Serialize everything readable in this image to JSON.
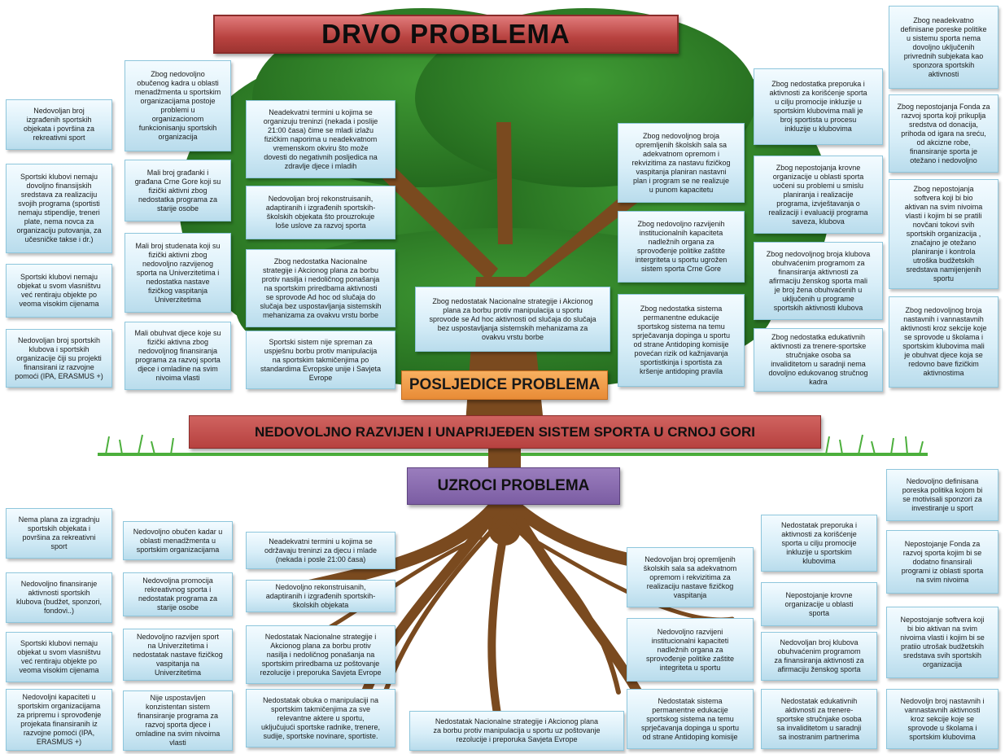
{
  "title": "DRVO PROBLEMA",
  "posljedice_label": "POSLJEDICE PROBLEMA",
  "central_problem": "NEDOVOLJNO RAZVIJEN I UNAPRIJEĐEN SISTEM SPORTA U CRNOJ GORI",
  "uzroci_label": "UZROCI PROBLEMA",
  "colors": {
    "title_bg": "#b8423f",
    "posljedice_bg": "#e88b36",
    "center_bg": "#b6413f",
    "uzroci_bg": "#7b5da3",
    "box_bg": "#d8eef8",
    "canopy": "#2f7a26",
    "trunk": "#7a4a1f"
  },
  "effects": [
    "Nedovoljan broj\nizgrađenih sportskih\nobjekata i površina za\nrekreativni sport",
    "Sportski klubovi nemaju\ndovoljno finansijskih\nsredstava za realizaciju\nsvojih programa (sportisti\nnemaju stipendije, treneri\nplate, nema novca za\norganizaciju putovanja, za\nučesničke takse i dr.)",
    "Sportski klubovi nemaju\nobjekat u svom vlasništvu\nveć rentiraju objekte po\nveoma visokim cijenama",
    "Nedovoljan broj sportskih\nklubova i sportskih\norganizacije čiji su projekti\nfinansirani iz razvojne\npomoći (IPA, ERASMUS +)",
    "Zbog nedovoljno\nobučenog kadra u oblasti\nmenadžmenta u sportskim\norganizacijama postoje\nproblemi u\norganizacionom\nfunkcionisanju sportskih\norganizacija",
    "Mali broj građanki i\ngrađana Crne Gore koji su\nfizički aktivni zbog\nnedostatka programa za\nstarije osobe",
    "Mali broj studenata koji su\nfizički aktivni zbog\nnedovoljno razvijenog\nsporta na Univerzitetima i\nnedostatka nastave\nfizičkog vaspitanja\nUniverzitetima",
    "Mali obuhvat djece koje su\nfizički aktivna zbog\nnedovoljnog finansiranja\nprograma za razvoj sporta\ndjece i omladine na svim\nnivoima vlasti",
    "Neadekvatni termini u kojima se\norganizuju treninzi (nekada i poslije\n21:00 časa) čime se mladi izlažu\nfizičkim naporima u neadekvatnom\nvremenskom okviru što može\ndovesti do negativnih posljedica na\nzdravlje djece i mladih",
    "Nedovoljan broj rekonstruisanih,\nadaptiranih i izgrađenih sportskih-\nškolskih objekata što prouzrokuje\nloše uslove za razvoj sporta",
    "Zbog nedostatka Nacionalne\nstrategije i Akcionog plana za borbu\nprotiv nasilja i nedoličnog ponašanja\nna sportskim priredbama aktivnosti\nse sprovode Ad hoc od slučaja do\nslučaja bez uspostavljanja sistemskih\nmehanizama za ovakvu vrstu borbe",
    "Sportski sistem nije spreman za\nuspješnu borbu protiv manipulacija\nna sportskim takmičenjima po\nstandardima Evropske unije i Savjeta\nEvrope",
    "Zbog nedostatak Nacionalne strategije i Akcionog\nplana za borbu protiv manipulacija u sportu\nsprovode se Ad hoc aktivnosti od slučaja do slučaja\nbez uspostavljanja sistemskih mehanizama za\novakvu vrstu borbe",
    "Zbog nedovoljnog broja\nopremljenih školskih sala sa\nadekvatnom opremom i\nrekvizitima za nastavu fizičkog\nvaspitanja planiran nastavni\nplan i program se ne realizuje\nu punom kapacitetu",
    "Zbog nedovoljno razvijenih\ninstitucionalnih kapaciteta\nnadležnih organa za\nsprovođenje politike zaštite\nintergriteta u sportu ugrožen\nsistem sporta Crne Gore",
    "Zbog nedostatka sistema\npermanentne edukacije\nsportskog sistema na temu\nsprječavanja dopinga u sportu\nod strane Antidoping komisije\npovećan rizik od kažnjavanja\nsportistkinja i sportista za\nkršenje antidoping pravila",
    "Zbog nedostatka preporuka i\naktivnosti za korišćenje sporta\nu cilju promocije inkluzije u\nsportskim klubovima mali je\nbroj sportista u procesu\ninkluzije u klubovima",
    "Zbog nepostojanja krovne\norganizacije u oblasti sporta\nuočeni su problemi u smislu\nplaniranja i realizacije\nprograma, izvještavanja o\nrealizaciji i evaluaciji programa\nsaveza, klubova",
    "Zbog nedovoljnog broja klubova\nobuhvaćenim programom za\nfinansiranja aktivnosti za\nafirmaciju ženskog sporta mali\nje broj žena obuhvaćenih u\nuključenih u programe\nsportskih aktivnosti klubova",
    "Zbog nedostatka edukativnih\naktivnosti za trenere-sportske\nstručnjake osoba sa\ninvaliditetom u saradnji nema\ndovoljno edukovanog stručnog\nkadra",
    "Zbog neadekvatno\ndefinisane poreske politike\nu sistemu sporta nema\ndovoljno uključenih\nprivrednih subjekata kao\nsponzora sportskih\naktivnosti",
    "Zbog nepostojanja Fonda za\nrazvoj sporta koji prikuplja\nsredstva od donacija,\nprihoda od igara na sreću,\nod akcizne robe,\nfinansiranje sporta je\notežano i nedovoljno",
    "Zbog nepostojanja\nsoftvera koji bi bio\naktivan na svim nivoima\nvlasti i kojim bi se pratili\nnovčani tokovi svih\nsportskih organizacija ,\nznačajno je otežano\nplaniranje i kontrola\nutroška budžetskih\nsredstava namijenjenih\nsportu",
    "Zbog nedovoljnog broja\nnastavnih i vannastavnih\naktivnosti kroz sekcije koje\nse sprovode u školama i\nsportskim klubovima mali\nje obuhvat djece koja se\nredovno bave fizičkim\naktivnostima"
  ],
  "causes": [
    "Nema plana za izgradnju\nsportskih objekata i\npovršina za rekreativni\nsport",
    "Nedovoljno finansiranje\naktivnosti sportskih\nklubova (budžet, sponzori,\nfondovi..)",
    "Sportski klubovi nemaju\nobjekat u svom vlasništvu\nveć rentiraju objekte po\nveoma visokim cijenama",
    "Nedovoljni kapaciteti u\nsportskim organizacijama\nza pripremu i sprovođenje\nprojekata finansiranih iz\nrazvojne pomoći (IPA,\nERASMUS +)",
    "Nedovoljno obučen kadar u\noblasti menadžmenta u\nsportskim organizacijama",
    "Nedovoljna promocija\nrekreativnog sporta i\nnedostatak programa za\nstarije osobe",
    "Nedovoljno razvijen sport\nna Univerzitetima i\nnedostatak nastave fizičkog\nvaspitanja na\nUniverzitetima",
    "Nije uspostavljen\nkonzistentan sistem\nfinansiranje programa za\nrazvoj sporta djece i\nomladine na svim nivoima\nvlasti",
    "Neadekvatni termini u kojima se\nodržavaju treninzi za djecu i mlade\n(nekada i posle 21:00 časa)",
    "Nedovoljno rekonstruisanih,\nadaptiranih i izgrađenih sportskih-\nškolskih objekata",
    "Nedostatak Nacionalne strategije i\nAkcionog plana za borbu protiv\nnasilja i nedoličnog ponašanja na\nsportskim priredbama uz poštovanje\nrezolucije i preporuka Savjeta Evrope",
    "Nedostatak obuka o manipulaciji na\nsportskim takmičenjima za sve\nrelevantne aktere u sportu,\nuključujući sportske radnike, trenere,\nsudije, sportske novinare, sportiste.",
    "Nedostatak Nacionalne strategije i Akcionog plana\nza borbu protiv manipulacija u sportu uz poštovanje\nrezolucije i preporuka Savjeta Evrope",
    "Nedovoljan broj opremljenih\nškolskih sala sa adekvatnom\nopremom i rekvizitima za\nrealizaciju nastave fizičkog\nvaspitanja",
    "Nedovoljno razvijeni\ninstitucionalni kapaciteti\nnadležnih organa za\nsprovođenje politike zaštite\nintegriteta u sportu",
    "Nedostatak sistema\npermanentne edukacije\nsportskog sistema na temu\nsprječavanja dopinga u sportu\nod strane Antidoping komisije",
    "Nedostatak preporuka i\naktivnosti za korišćenje\nsporta u cilju promocije\ninkluzije u sportskim\nklubovima",
    "Nepostojanje krovne\norganizacije u oblasti\nsporta",
    "Nedovoljan broj klubova\nobuhvaćenim programom\nza finansiranja aktivnosti za\nafirmaciju ženskog sporta",
    "Nedostatak edukativnih\naktivnosti za trenere-\nsportske stručnjake osoba\nsa invaliditetom u saradnji\nsa inostranim partnerima",
    "Nedovoljno definisana\nporeska politika kojom bi\nse motivisali sponzori za\ninvestiranje u sport",
    "Nepostojanje Fonda za\nrazvoj sporta kojim bi se\ndodatno finansirali\nprogrami iz oblasti sporta\nna svim nivoima",
    "Nepostojanje softvera koji\nbi bio aktivan na svim\nnivoima vlasti i kojim bi se\npratiio utrošak budžetskih\nsredstava svih sportskih\norganizacija",
    "Nedovoljn broj nastavnih i\nvannastavnih aktivnosti\nkroz sekcije koje se\nsprovode u školama i\nsportskim klubovima"
  ]
}
